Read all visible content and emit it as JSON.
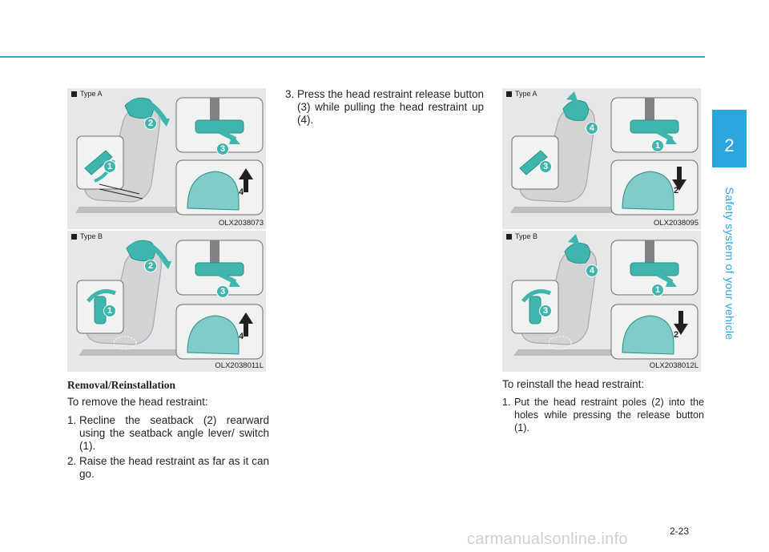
{
  "section": {
    "number": "2",
    "title": "Safety system of your vehicle"
  },
  "figures": [
    {
      "type_label": "Type A",
      "code": "OLX2038073",
      "callouts": [
        "1",
        "2",
        "3",
        "4"
      ]
    },
    {
      "type_label": "Type B",
      "code": "OLX2038011L",
      "callouts": [
        "1",
        "2",
        "3",
        "4"
      ]
    },
    {
      "type_label": "Type A",
      "code": "OLX2038095",
      "callouts": [
        "3",
        "4",
        "1",
        "2"
      ]
    },
    {
      "type_label": "Type B",
      "code": "OLX2038012L",
      "callouts": [
        "3",
        "4",
        "1",
        "2"
      ]
    }
  ],
  "removal": {
    "heading": "Removal/Reinstallation",
    "intro": "To remove the head restraint:",
    "steps": [
      {
        "num": "1.",
        "text": "Recline the seatback (2) rearward using the seatback angle lever/ switch (1)."
      },
      {
        "num": "2.",
        "text": "Raise the head restraint as far as it can go."
      },
      {
        "num": "3.",
        "text": "Press the head restraint release button (3) while pulling the head restraint up (4)."
      }
    ]
  },
  "reinstall": {
    "intro": "To reinstall the head restraint:",
    "steps": [
      {
        "num": "1.",
        "text": "Put the head restraint poles (2) into the holes while pressing the release button (1)."
      }
    ]
  },
  "page_number": "2-23",
  "watermark": "carmanualsonline.info",
  "colors": {
    "accent": "#2ba6de",
    "teal": "#3fb6ad",
    "bg_gray": "#e6e7e8"
  }
}
